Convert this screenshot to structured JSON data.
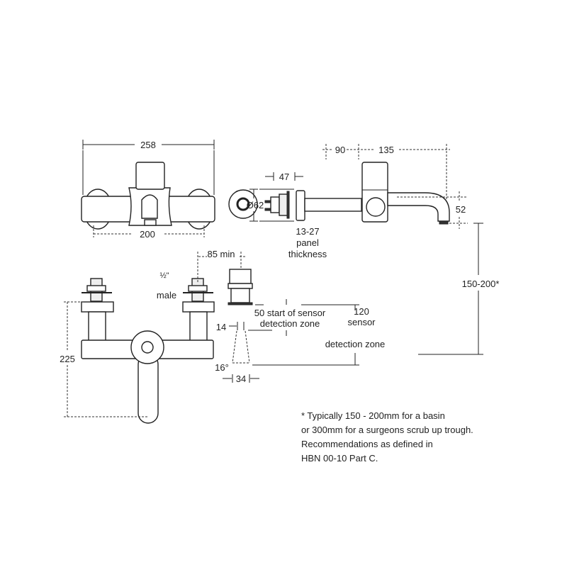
{
  "front_view": {
    "width_overall": "258",
    "centres": "200"
  },
  "side_view": {
    "d1": "90",
    "d2": "135",
    "projection": "47",
    "diameter": "Ø62",
    "spout_height": "52",
    "panel_line1": "13-27",
    "panel_line2": "panel",
    "panel_line3": "thickness"
  },
  "bottom_view": {
    "height": "225",
    "inlet_line1": "½\"",
    "inlet_line2": "male"
  },
  "sensor": {
    "clearance": "85 min",
    "start_line1": "50 start of sensor",
    "start_line2": "detection zone",
    "zone_line1": "120",
    "zone_line2": "sensor",
    "zone_line3": "detection zone",
    "offset": "14",
    "angle": "16°",
    "width": "34"
  },
  "mounting_height": "150-200*",
  "note": [
    "* Typically 150 - 200mm for a basin",
    "or 300mm for a surgeons scrub up trough.",
    "Recommendations as defined in",
    "HBN 00-10 Part C."
  ]
}
